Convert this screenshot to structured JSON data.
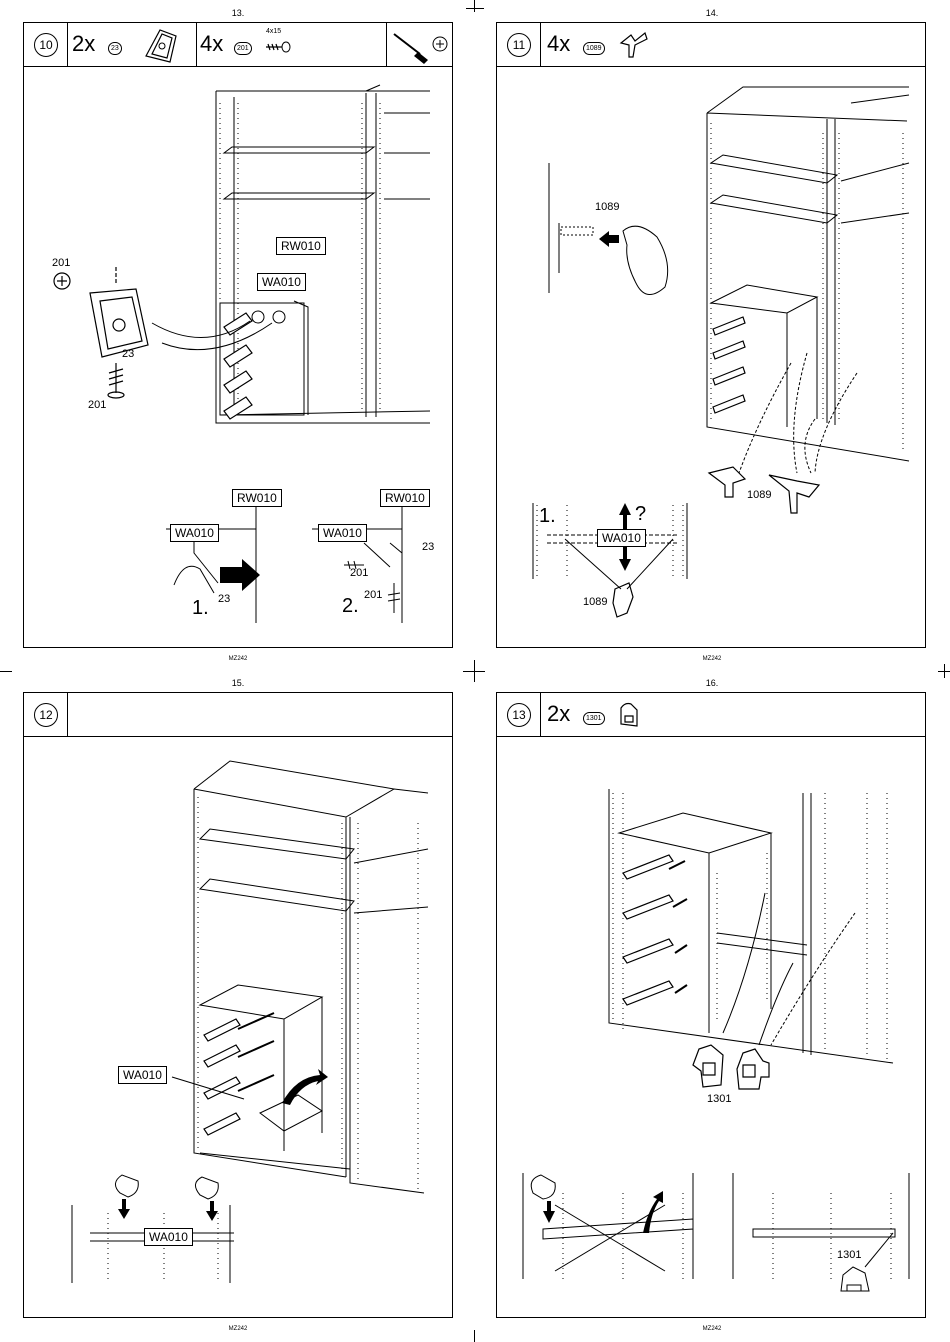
{
  "pages": {
    "p13": {
      "page_number": "13.",
      "footer": "MZ242",
      "step": "10",
      "parts": [
        {
          "qty": "2x",
          "code": "23"
        },
        {
          "qty": "4x",
          "code": "201",
          "size": "4x15"
        }
      ],
      "labels": {
        "rw_main": "RW010",
        "wa_main": "WA010",
        "screw_num": "201",
        "bracket_num": "23",
        "screw_num_b": "201"
      },
      "detail1": {
        "rw": "RW010",
        "wa": "WA010",
        "part": "23",
        "step": "1."
      },
      "detail2": {
        "rw": "RW010",
        "wa": "WA010",
        "part": "23",
        "screw_a": "201",
        "screw_b": "201",
        "step": "2."
      }
    },
    "p14": {
      "page_number": "14.",
      "footer": "MZ242",
      "step": "11",
      "parts": [
        {
          "qty": "4x",
          "code": "1089"
        }
      ],
      "labels": {
        "inset_num": "1089",
        "clip_num": "1089",
        "detail_step": "1.",
        "question": "?",
        "wa": "WA010",
        "detail_clip": "1089"
      }
    },
    "p15": {
      "page_number": "15.",
      "footer": "MZ242",
      "step": "12",
      "labels": {
        "wa_main": "WA010",
        "wa_detail": "WA010"
      }
    },
    "p16": {
      "page_number": "16.",
      "footer": "MZ242",
      "step": "13",
      "parts": [
        {
          "qty": "2x",
          "code": "1301"
        }
      ],
      "labels": {
        "main_num": "1301",
        "detail_num": "1301"
      }
    }
  }
}
